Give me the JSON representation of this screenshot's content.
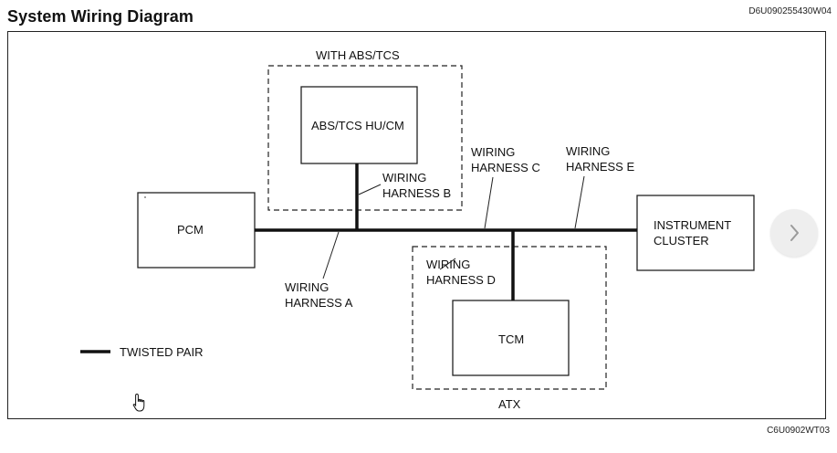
{
  "header": {
    "title": "System Wiring Diagram",
    "doc_code": "D6U090255430W04"
  },
  "footer": {
    "figure_code": "C6U0902WT03"
  },
  "diagram": {
    "groups": {
      "abs_tcs": "WITH ABS/TCS",
      "atx": "ATX"
    },
    "modules": {
      "abs_tcs": "ABS/TCS HU/CM",
      "pcm": "PCM",
      "instrument_cluster_line1": "INSTRUMENT",
      "instrument_cluster_line2": "CLUSTER",
      "tcm": "TCM"
    },
    "harnesses": {
      "a_line1": "WIRING",
      "a_line2": "HARNESS A",
      "b_line1": "WIRING",
      "b_line2": "HARNESS B",
      "c_line1": "WIRING",
      "c_line2": "HARNESS C",
      "d_line1": "WIRING",
      "d_line2": "HARNESS D",
      "e_line1": "WIRING",
      "e_line2": "HARNESS E"
    },
    "legend": {
      "twisted_pair": "TWISTED PAIR"
    }
  },
  "navigation": {
    "next_icon": "chevron-right-icon",
    "cursor_icon": "hand-pointer-icon"
  }
}
